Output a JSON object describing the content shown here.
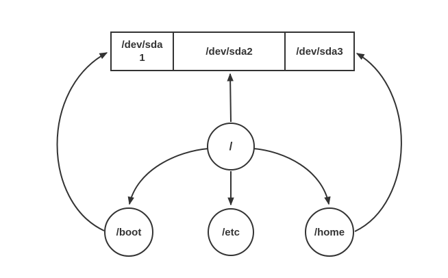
{
  "diagram": {
    "type": "filesystem-partition-mapping",
    "colors": {
      "stroke": "#333333",
      "text": "#333333",
      "background": "#ffffff"
    },
    "partition_bar": {
      "cells": [
        {
          "id": "sda1",
          "label": "/dev/sda\n1"
        },
        {
          "id": "sda2",
          "label": "/dev/sda2"
        },
        {
          "id": "sda3",
          "label": "/dev/sda3"
        }
      ]
    },
    "nodes": [
      {
        "id": "root",
        "label": "/"
      },
      {
        "id": "boot",
        "label": "/boot"
      },
      {
        "id": "etc",
        "label": "/etc"
      },
      {
        "id": "home",
        "label": "/home"
      }
    ],
    "edges": [
      {
        "from": "/",
        "to": "/dev/sda2"
      },
      {
        "from": "/",
        "to": "/boot"
      },
      {
        "from": "/",
        "to": "/etc"
      },
      {
        "from": "/",
        "to": "/home"
      },
      {
        "from": "/boot",
        "to": "/dev/sda1"
      },
      {
        "from": "/home",
        "to": "/dev/sda3"
      }
    ]
  }
}
